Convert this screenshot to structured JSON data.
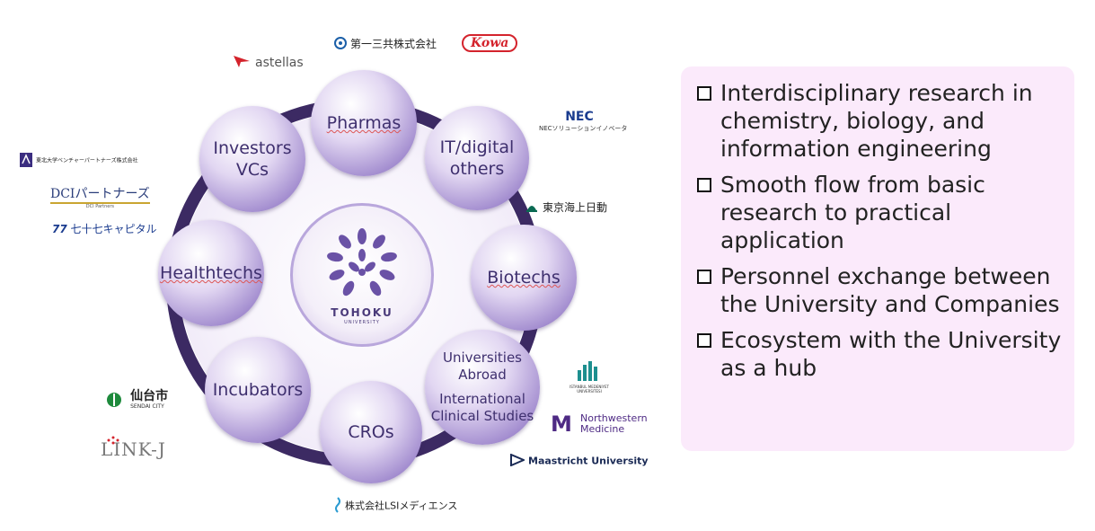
{
  "diagram": {
    "center": {
      "name": "TOHOKU",
      "subname": "UNIVERSITY"
    },
    "nodes": {
      "pharmas": "Pharmas",
      "it_digital": [
        "IT/digital",
        "others"
      ],
      "biotechs": "Biotechs",
      "universities": [
        "Universities",
        "Abroad",
        "International",
        "Clinical Studies"
      ],
      "cros": "CROs",
      "incubators": "Incubators",
      "healthtechs": "Healthtechs",
      "investors": [
        "Investors",
        "VCs"
      ]
    },
    "logos": {
      "daiichi": "第一三共株式会社",
      "kowa": "Kowa",
      "astellas": "astellas",
      "nec": "NEC",
      "nec_sub": "NECソリューションイノベータ",
      "tokio": "東京海上日動",
      "tohoku_vp": "東北大学ベンチャーパートナーズ株式会社",
      "dci": "DCIパートナーズ",
      "dci_sub": "DCI Partners",
      "sichijushichi": "七十七キャピタル",
      "istanbul": "ISTANBUL MEDENIYET UNIVERSITESI",
      "northwestern": "Northwestern",
      "northwestern_sub": "Medicine",
      "maastricht": "Maastricht University",
      "sendai": "仙台市",
      "sendai_sub": "SENDAI CITY",
      "linkj": "LINK-J",
      "lsi": "株式会社LSIメディエンス"
    }
  },
  "bullets": [
    "Interdisciplinary research in chemistry, biology, and information engineering",
    "Smooth flow from basic research to practical application",
    "Personnel exchange between the University and Companies",
    "Ecosystem with the University as a hub"
  ],
  "colors": {
    "ring": "#3c2a63",
    "node_text": "#3e2f6e",
    "panel": "#fbeafb"
  }
}
